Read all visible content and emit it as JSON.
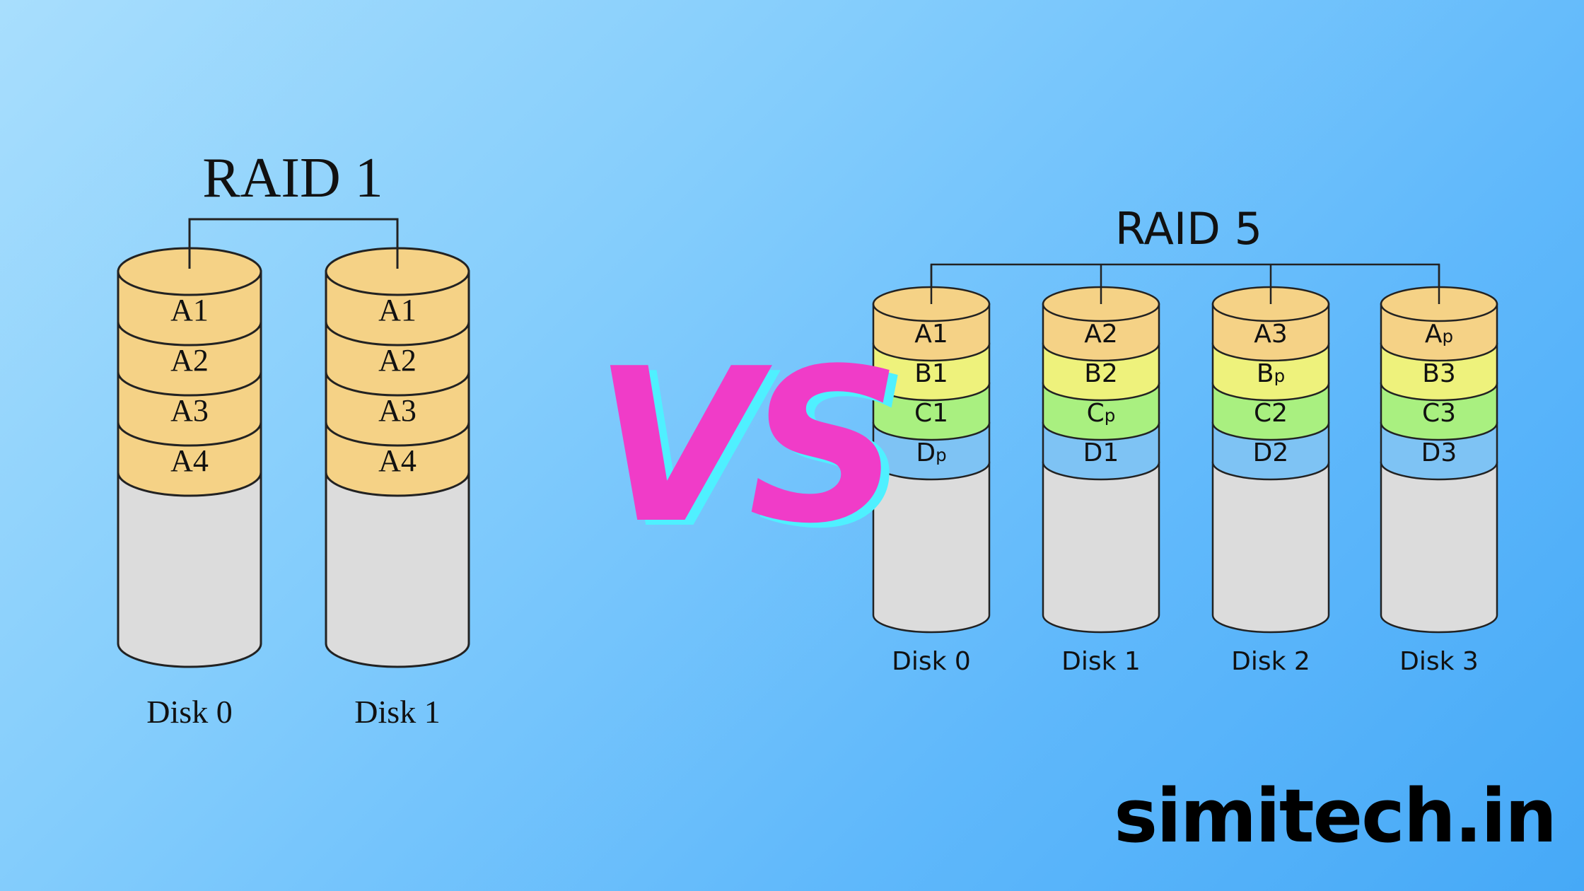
{
  "raid1": {
    "title": "RAID 1",
    "disks": [
      {
        "label": "Disk 0",
        "blocks": [
          {
            "main": "A1",
            "sub": "",
            "color": "#f5d286"
          },
          {
            "main": "A2",
            "sub": "",
            "color": "#f5d286"
          },
          {
            "main": "A3",
            "sub": "",
            "color": "#f5d286"
          },
          {
            "main": "A4",
            "sub": "",
            "color": "#f5d286"
          }
        ]
      },
      {
        "label": "Disk 1",
        "blocks": [
          {
            "main": "A1",
            "sub": "",
            "color": "#f5d286"
          },
          {
            "main": "A2",
            "sub": "",
            "color": "#f5d286"
          },
          {
            "main": "A3",
            "sub": "",
            "color": "#f5d286"
          },
          {
            "main": "A4",
            "sub": "",
            "color": "#f5d286"
          }
        ]
      }
    ]
  },
  "raid5": {
    "title": "RAID 5",
    "disks": [
      {
        "label": "Disk 0",
        "blocks": [
          {
            "main": "A",
            "sub": "1",
            "plain": true,
            "color": "#f5d286"
          },
          {
            "main": "B",
            "sub": "1",
            "plain": true,
            "color": "#eef27c"
          },
          {
            "main": "C",
            "sub": "1",
            "plain": true,
            "color": "#a9f080"
          },
          {
            "main": "D",
            "sub": "p",
            "color": "#7ec3f4"
          }
        ]
      },
      {
        "label": "Disk 1",
        "blocks": [
          {
            "main": "A",
            "sub": "2",
            "plain": true,
            "color": "#f5d286"
          },
          {
            "main": "B",
            "sub": "2",
            "plain": true,
            "color": "#eef27c"
          },
          {
            "main": "C",
            "sub": "p",
            "color": "#a9f080"
          },
          {
            "main": "D",
            "sub": "1",
            "plain": true,
            "color": "#7ec3f4"
          }
        ]
      },
      {
        "label": "Disk 2",
        "blocks": [
          {
            "main": "A",
            "sub": "3",
            "plain": true,
            "color": "#f5d286"
          },
          {
            "main": "B",
            "sub": "p",
            "color": "#eef27c"
          },
          {
            "main": "C",
            "sub": "2",
            "plain": true,
            "color": "#a9f080"
          },
          {
            "main": "D",
            "sub": "2",
            "plain": true,
            "color": "#7ec3f4"
          }
        ]
      },
      {
        "label": "Disk 3",
        "blocks": [
          {
            "main": "A",
            "sub": "p",
            "color": "#f5d286"
          },
          {
            "main": "B",
            "sub": "3",
            "plain": true,
            "color": "#eef27c"
          },
          {
            "main": "C",
            "sub": "3",
            "plain": true,
            "color": "#a9f080"
          },
          {
            "main": "D",
            "sub": "3",
            "plain": true,
            "color": "#7ec3f4"
          }
        ]
      }
    ]
  },
  "vs": {
    "text": "VS",
    "fill": "#f03cc8",
    "shadow": "#4ff0ff"
  },
  "site": {
    "text": "simitech.in"
  },
  "colors": {
    "disk_body": "#dcdcdc",
    "outline": "#222222"
  }
}
